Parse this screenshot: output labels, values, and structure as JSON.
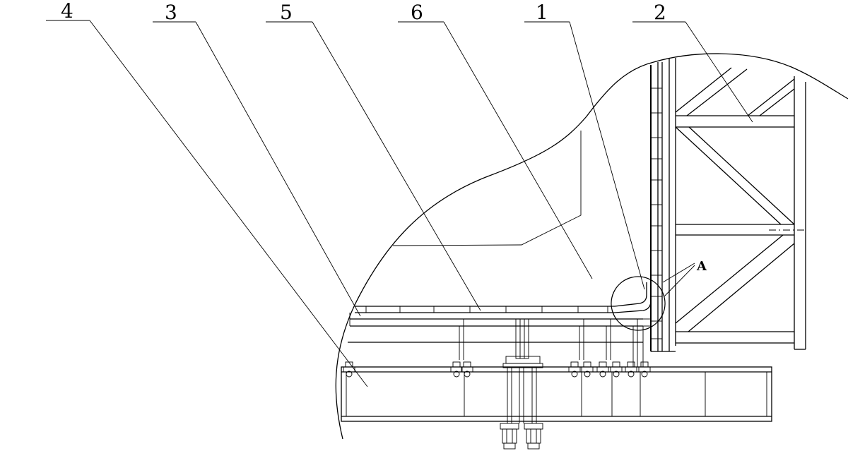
{
  "labels": {
    "label_1": "1",
    "label_2": "2",
    "label_3": "3",
    "label_4": "4",
    "label_5": "5",
    "label_6": "6",
    "detail_a": "A"
  }
}
